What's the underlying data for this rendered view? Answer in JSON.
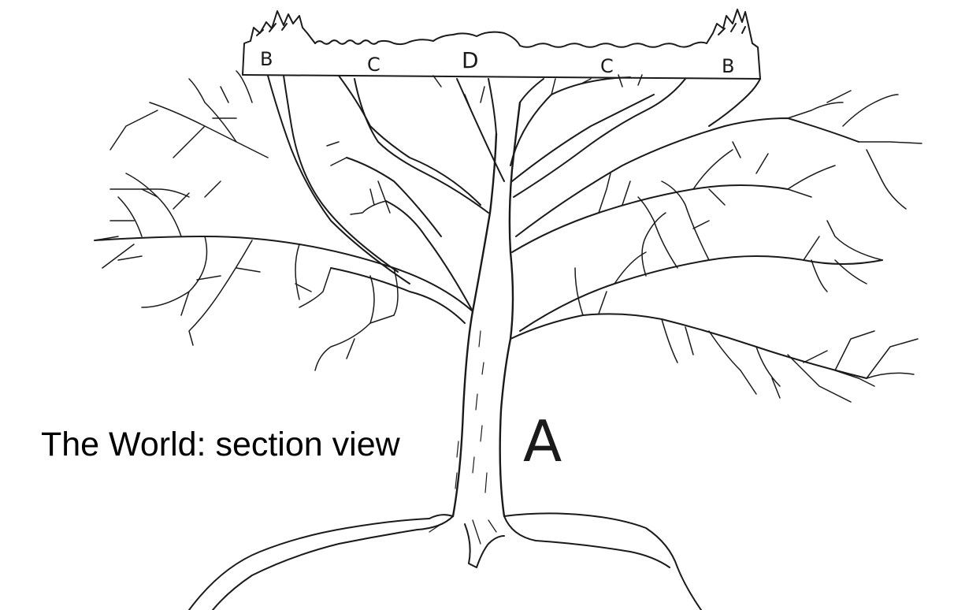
{
  "caption": "The World: section view",
  "labels": {
    "trunk": "A",
    "left_edge": "B",
    "right_edge": "B",
    "left_mid": "C",
    "right_mid": "C",
    "center": "D"
  },
  "colors": {
    "ink": "#1a1a1a",
    "background": "#ffffff"
  }
}
